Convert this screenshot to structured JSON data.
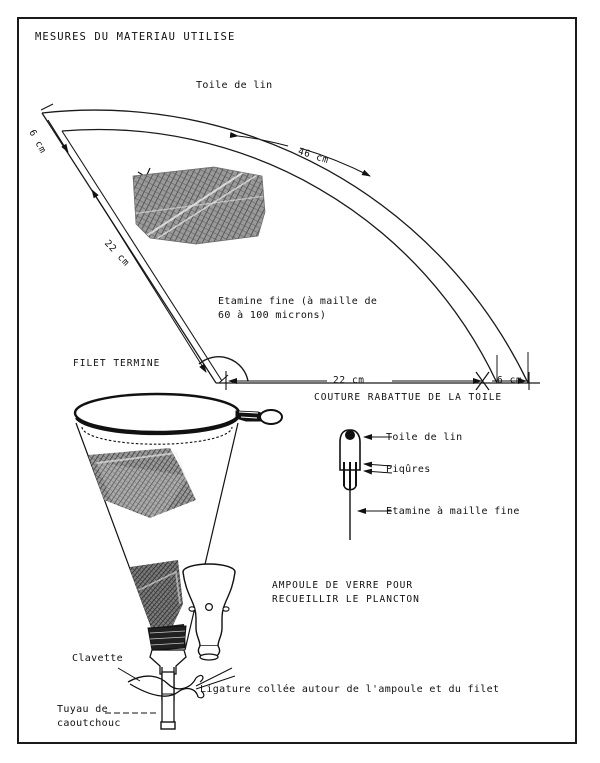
{
  "document": {
    "title": "MESURES DU MATERIAU UTILISE",
    "language": "fr"
  },
  "diagram": {
    "top_panel": {
      "title": "MESURES DU MATERIAU UTILISE",
      "arc_label": "Toile de lin",
      "arc_dimension": "46 cm",
      "edge_short": "6 cm",
      "edge_long": "22 cm",
      "fabric_note_line1": "Etamine fine (à maille de",
      "fabric_note_line2": "60 à 100 microns)",
      "base_dimension_main": "22 cm",
      "base_dimension_seam": "6 cm",
      "base_caption": "COUTURE RABATTUE DE LA TOILE"
    },
    "bottom_panel": {
      "title": "FILET TERMINE",
      "seam_detail": {
        "callout_1": "Toile de lin",
        "callout_2": "Piqûres",
        "callout_3": "Etamine à maille fine"
      },
      "ampoule_caption_line1": "AMPOULE DE VERRE POUR",
      "ampoule_caption_line2": "RECUEILLIR LE PLANCTON",
      "clavette_label": "Clavette",
      "tuyau_label_line1": "Tuyau de",
      "tuyau_label_line2": "caoutchouc",
      "ligature_label": "Ligature collée autour de l'ampoule et du filet"
    }
  },
  "colors": {
    "ink": "#111111",
    "frame": "#1a1a1a",
    "paper": "#ffffff",
    "shade_dark": "#3a3a3a",
    "shade_mid": "#6e6e6e",
    "shade_light": "#a8a8a8"
  }
}
